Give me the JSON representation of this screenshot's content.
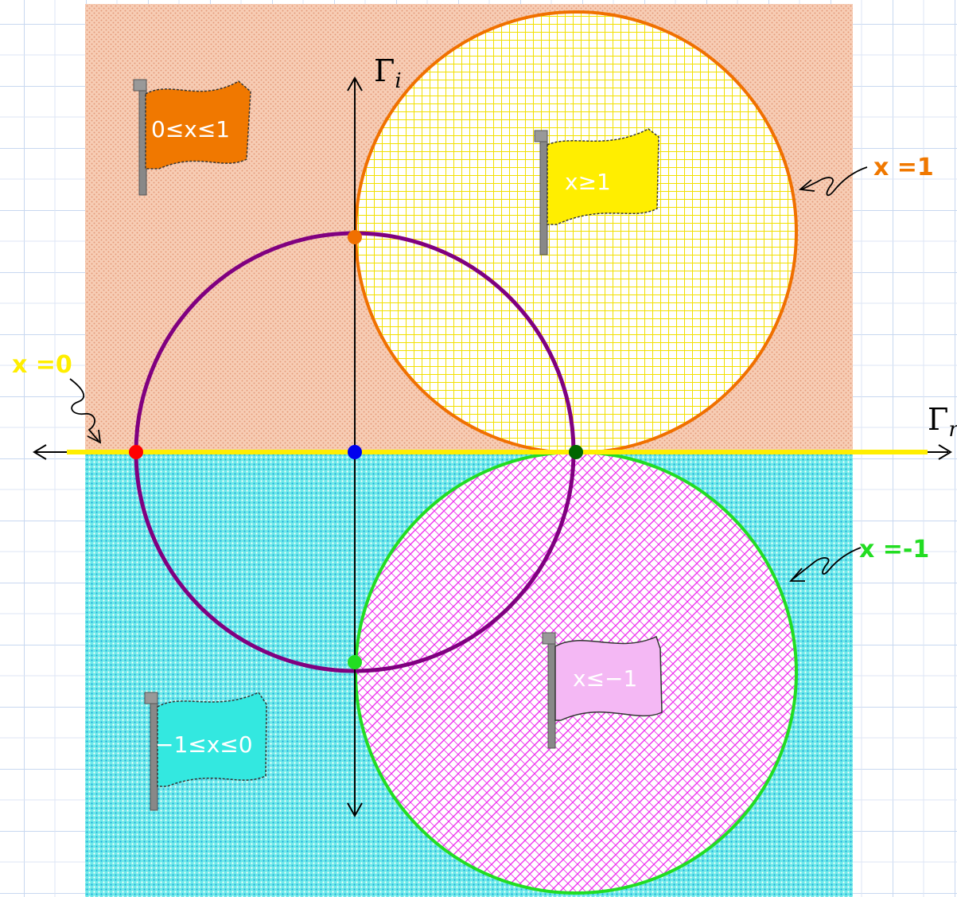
{
  "axes": {
    "horizontal_label": "Γr",
    "vertical_label": "Γi"
  },
  "curve_labels": {
    "x_eq_1": "x =1",
    "x_eq_0": "x =0",
    "x_eq_neg1": "x =-1"
  },
  "region_flags": {
    "upper_left": "0≤x≤1",
    "upper_circle": "x≥1",
    "lower_left": "−1≤x≤0",
    "lower_circle": "x≤−1"
  },
  "colors": {
    "upper_region": "#f5c2a8",
    "lower_region": "#66e8e8",
    "upper_circle_fill": "#fff58a",
    "upper_circle_stroke": "#f07000",
    "lower_circle_fill": "#f4b8f4",
    "lower_circle_stroke": "#22dd22",
    "unit_circle_stroke": "#800080",
    "real_axis_line": "#ffee00",
    "grid_line": "#c8d8f0"
  },
  "icons": [
    "flag-icon"
  ]
}
